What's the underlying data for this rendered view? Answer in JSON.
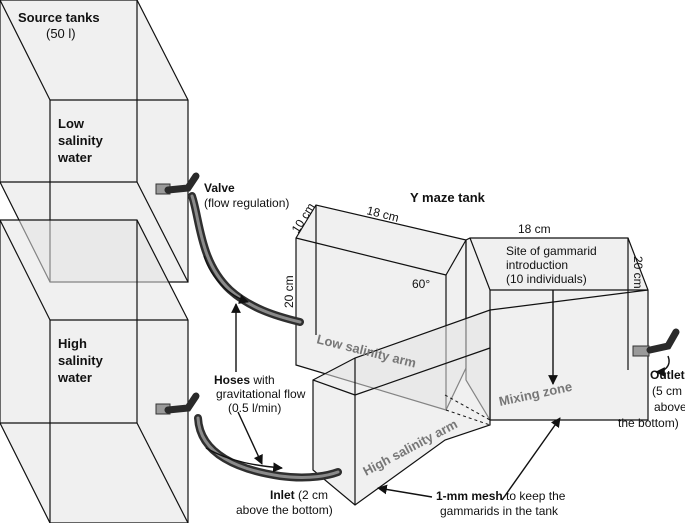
{
  "labels": {
    "source_tanks": "Source tanks",
    "source_volume": "(50 l)",
    "low_tank_line1": "Low",
    "low_tank_line2": "salinity",
    "low_tank_line3": "water",
    "high_tank_line1": "High",
    "high_tank_line2": "salinity",
    "high_tank_line3": "water",
    "valve_title": "Valve",
    "valve_desc": "(flow regulation)",
    "hoses_title": "Hoses",
    "hoses_line1_rest": "with",
    "hoses_line2": "gravitational flow",
    "hoses_line3": "(0.5 l/min)",
    "ymaze_title": "Y maze tank",
    "dim_18_left": "18 cm",
    "dim_18_right": "18 cm",
    "dim_10": "10 cm",
    "dim_20_left": "20 cm",
    "dim_20_right": "20 cm",
    "angle": "60°",
    "site_line1": "Site of gammarid",
    "site_line2": "introduction",
    "site_line3": "(10 individuals)",
    "low_arm": "Low salinity arm",
    "high_arm": "High salinity arm",
    "mixing_zone": "Mixing zone",
    "outlet_title": "Outlet",
    "outlet_line1": "(5 cm",
    "outlet_line2": "above",
    "outlet_line3": "the bottom)",
    "inlet_title": "Inlet",
    "inlet_rest": "(2 cm",
    "inlet_line2": "above the bottom)",
    "mesh_title": "1-mm mesh",
    "mesh_rest": "to keep the",
    "mesh_line2": "gammarids in the tank"
  }
}
